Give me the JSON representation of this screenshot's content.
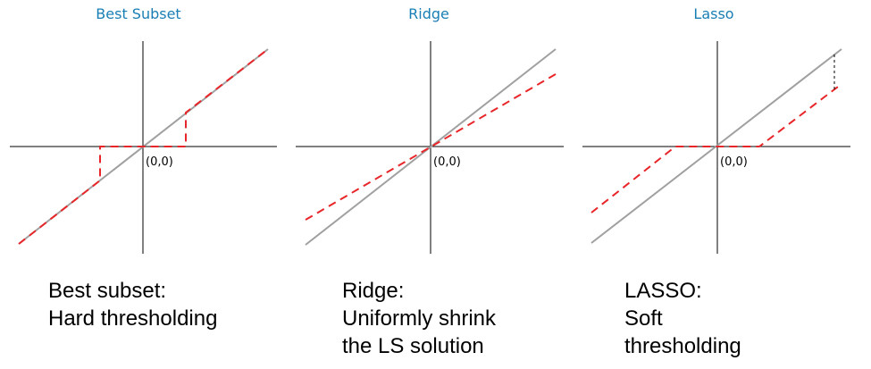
{
  "panels": [
    {
      "title": "Best Subset",
      "origin_label": "(0,0)",
      "caption": [
        "Best subset:",
        "Hard thresholding"
      ]
    },
    {
      "title": "Ridge",
      "origin_label": "(0,0)",
      "caption": [
        "Ridge:",
        "Uniformly shrink",
        "the LS solution"
      ]
    },
    {
      "title": "Lasso",
      "origin_label": "(0,0)",
      "caption": [
        "LASSO:",
        "Soft",
        "thresholding"
      ]
    }
  ],
  "colors": {
    "title": "#1a7fb4",
    "identity_line": "#a0a0a0",
    "estimator_line": "#e8262a",
    "axes": "#000000"
  }
}
